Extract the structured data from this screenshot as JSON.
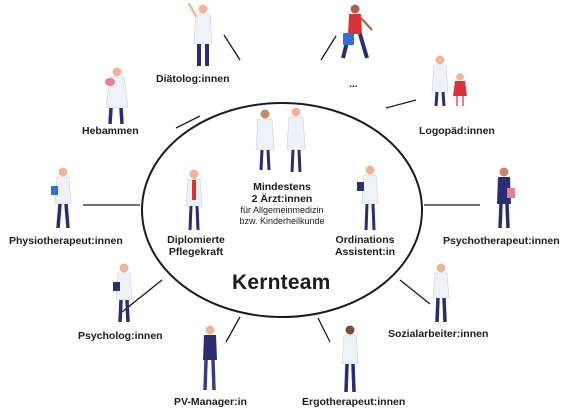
{
  "core": {
    "title": "Kernteam",
    "doctors_line1": "Mindestens",
    "doctors_line2": "2 Ärzt:innen",
    "doctors_line3": "für Allgemeinmedizin",
    "doctors_line4": "bzw. Kinderheilkunde",
    "nurse_line1": "Diplomierte",
    "nurse_line2": "Pflegekraft",
    "assistant_line1": "Ordinations",
    "assistant_line2": "Assistent:in"
  },
  "roles": {
    "diaetolog": "Diätolog:innen",
    "more": "...",
    "hebammen": "Hebammen",
    "logopaed": "Logopäd:innen",
    "physio": "Physiotherapeut:innen",
    "psychotherapeut": "Psychotherapeut:innen",
    "psycholog": "Psycholog:innen",
    "sozialarbeiter": "Sozialarbeiter:innen",
    "pv_manager": "PV-Manager:in",
    "ergotherapeut": "Ergotherapeut:innen"
  },
  "colors": {
    "ink": "#1c1c1c",
    "navy": "#2b2d6e",
    "coat": "#eef2f8",
    "skin": "#f0b49a",
    "red": "#d8323a",
    "pink": "#e87f8e",
    "blue_folder": "#2f6fd6"
  }
}
